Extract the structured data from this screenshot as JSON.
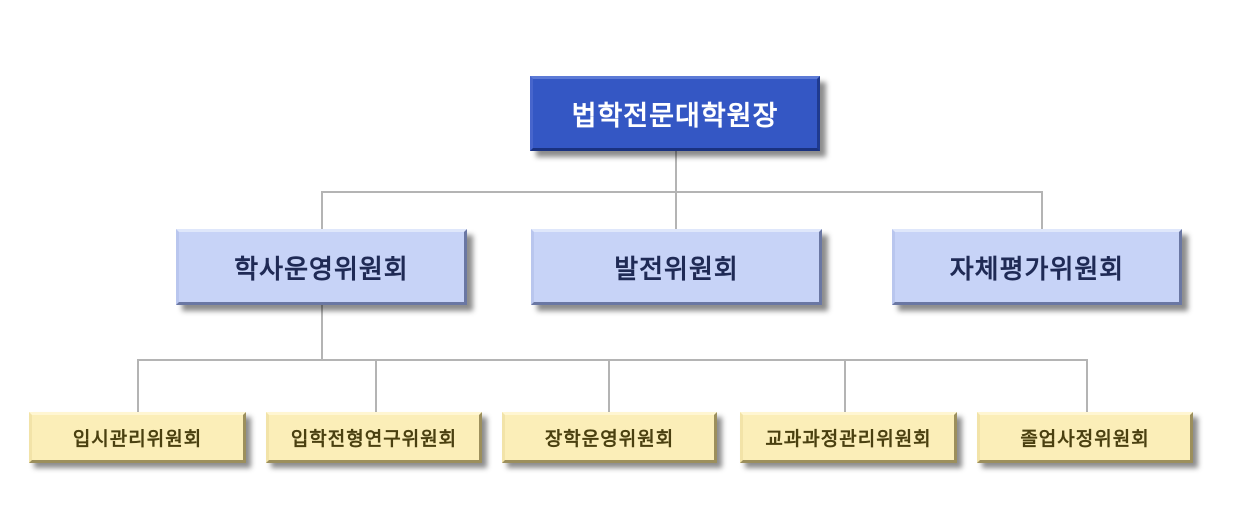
{
  "title": "법학전문대학원 조직도",
  "root": {
    "label": "법학전문대학원장",
    "color": "#3457c4"
  },
  "level2": [
    {
      "label": "학사운영위원회"
    },
    {
      "label": "발전위원회"
    },
    {
      "label": "자체평가위원회"
    }
  ],
  "level3_parent": "학사운영위원회",
  "level3": [
    {
      "label": "입시관리위원회"
    },
    {
      "label": "입학전형연구위원회"
    },
    {
      "label": "장학운영위원회"
    },
    {
      "label": "교과과정관리위원회"
    },
    {
      "label": "졸업사정위원회"
    }
  ],
  "colors": {
    "level2_fill": "#c7d3f7",
    "level3_fill": "#fbeeb8",
    "connector": "#b4b4b4"
  }
}
